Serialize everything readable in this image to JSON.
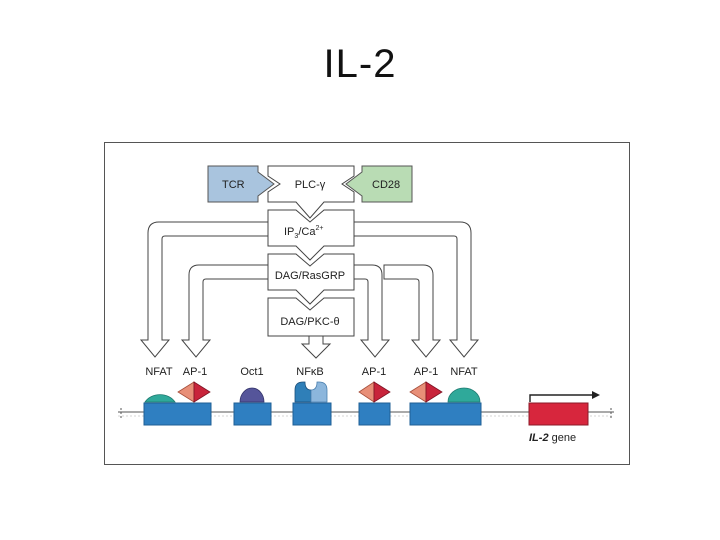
{
  "slide": {
    "title": "IL-2"
  },
  "diagram": {
    "receptors": {
      "tcr": "TCR",
      "plc": "PLC-γ",
      "cd28": "CD28"
    },
    "pathway": {
      "ip3_main": "IP",
      "ip3_sub": "3",
      "ip3_rest": "/Ca",
      "ip3_sup": "2+",
      "dag_rasgrp": "DAG/RasGRP",
      "dag_pkc": "DAG/PKC-θ"
    },
    "factors": {
      "nfat_left": "NFAT",
      "ap1_left": "AP-1",
      "oct1": "Oct1",
      "nfkb": "NFκB",
      "ap1_mid": "AP-1",
      "ap1_right": "AP-1",
      "nfat_right": "NFAT"
    },
    "gene": {
      "name": "IL-2",
      "suffix": " gene"
    },
    "colors": {
      "tcr": "#a9c4de",
      "cd28": "#b9dcb4",
      "nfat": "#2fa99a",
      "ap1_left": "#e88f78",
      "ap1_right": "#c8243b",
      "oct1": "#55559a",
      "nfkb_left": "#2f7fb8",
      "nfkb_right": "#8cb6dc",
      "dna_box": "#2f7fc1",
      "gene_box": "#d7263d"
    }
  }
}
